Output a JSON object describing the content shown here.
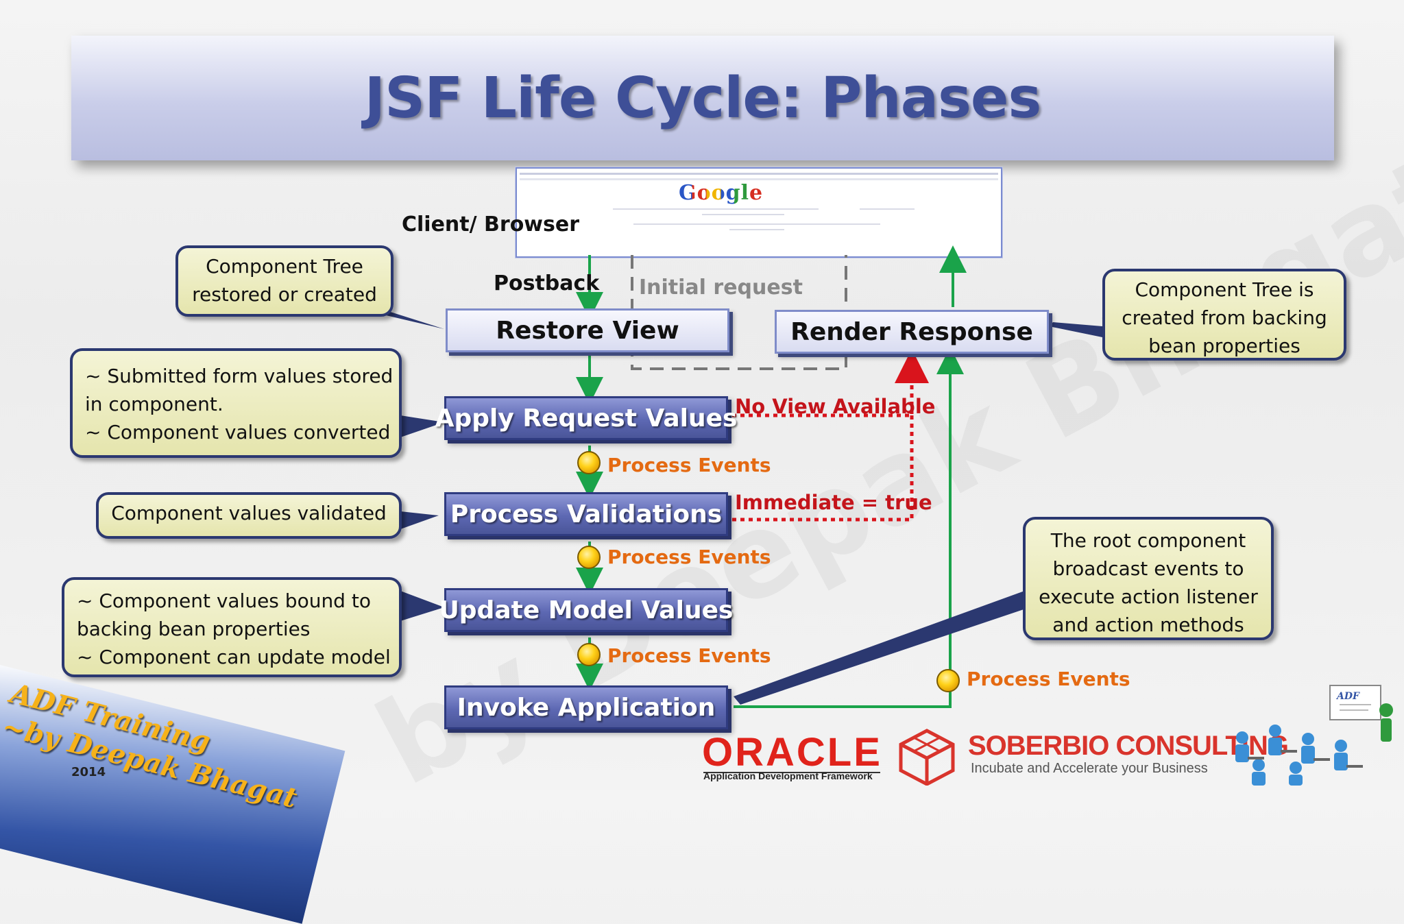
{
  "title": "JSF Life Cycle: Phases",
  "browser": {
    "label": "Client/ Browser",
    "logo_text": "Google"
  },
  "flow_labels": {
    "postback": "Postback",
    "initial_request": "Initial request"
  },
  "phases": {
    "restore_view": "Restore View",
    "render_response": "Render Response",
    "apply_request_values": "Apply Request Values",
    "process_validations": "Process Validations",
    "update_model_values": "Update Model Values",
    "invoke_application": "Invoke Application"
  },
  "process_events_label": "Process Events",
  "red_labels": {
    "no_view": "No View Available",
    "immediate": "Immediate = true"
  },
  "callouts": {
    "restore": [
      "Component Tree",
      "restored or created"
    ],
    "render": [
      "Component Tree  is",
      "created from backing",
      "bean properties"
    ],
    "apply": [
      "~ Submitted form values stored",
      "in component.",
      "~ Component values converted"
    ],
    "validate": [
      "Component values validated"
    ],
    "update": [
      "~ Component values bound to",
      "backing bean properties",
      "~ Component can update model"
    ],
    "invoke": [
      "The root component",
      "broadcast events to",
      "execute action listener",
      "and action methods"
    ]
  },
  "watermark": "by Deepak Bhagat",
  "branding": {
    "adf_line1": "ADF Training",
    "adf_line2": "~by Deepak Bhagat",
    "year": "2014",
    "oracle": "ORACLE",
    "oracle_sub": "Application Development Framework",
    "soberbio": "SOBERBIO CONSULTING",
    "soberbio_sub": "Incubate and Accelerate your Business",
    "adf_badge": "ADF"
  },
  "colors": {
    "title": "#3e4f97",
    "arrow_green": "#1aa34a",
    "red_dotted": "#d9141c",
    "process_events": "#e46a12",
    "callout_border": "#2b3870"
  }
}
